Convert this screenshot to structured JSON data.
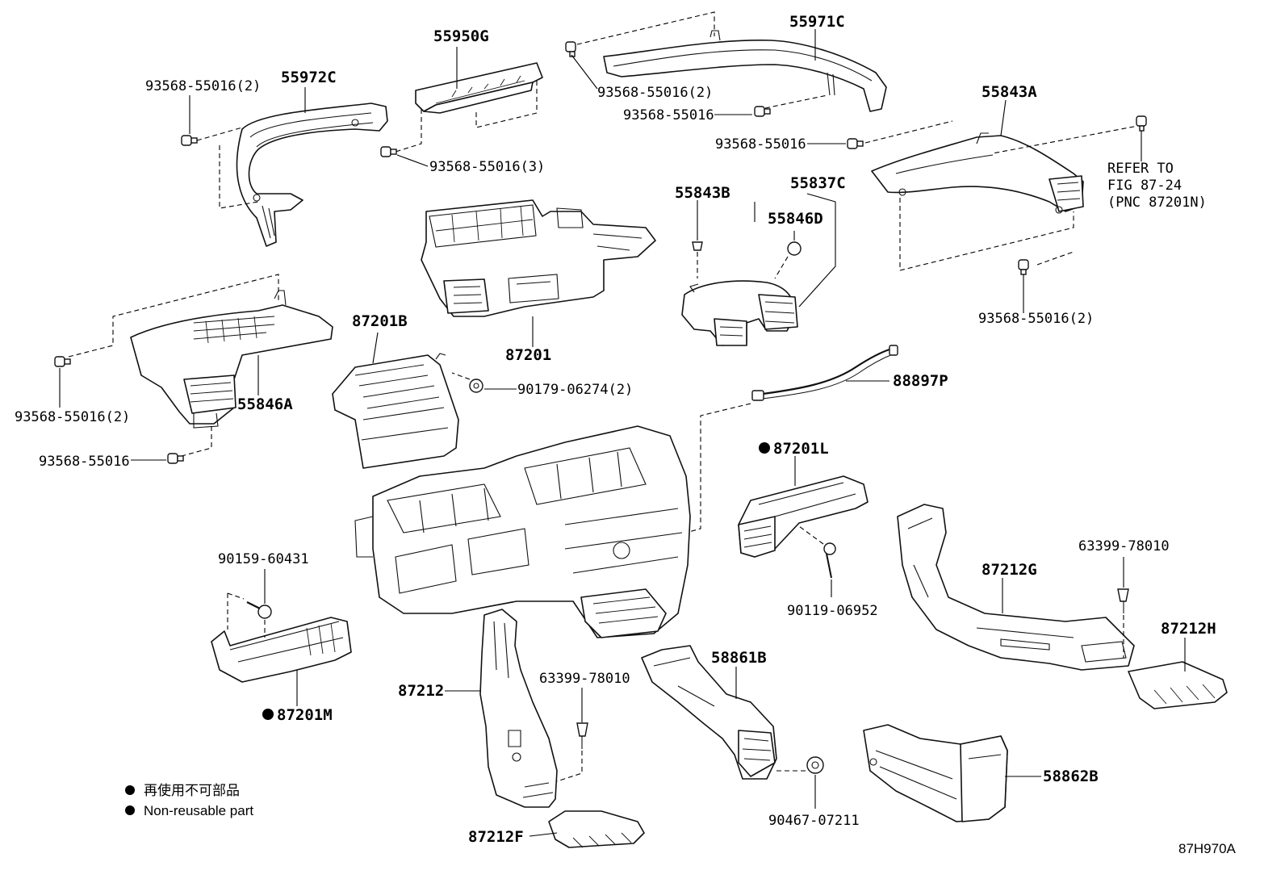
{
  "diagram_id": "87H970A",
  "part_labels": {
    "p55950G": "55950G",
    "p55971C": "55971C",
    "p55972C": "55972C",
    "p55843A": "55843A",
    "p55843B": "55843B",
    "p55837C": "55837C",
    "p55846D": "55846D",
    "p55846A": "55846A",
    "p87201B": "87201B",
    "p87201": "87201",
    "p88897P": "88897P",
    "p87201L": "87201L",
    "p87212G": "87212G",
    "p87212H": "87212H",
    "p87201M": "87201M",
    "p87212": "87212",
    "p87212F": "87212F",
    "p58861B": "58861B",
    "p58862B": "58862B"
  },
  "fastener_labels": {
    "f_93568_2_left": "93568-55016(2)",
    "f_93568_3": "93568-55016(3)",
    "f_93568_2_top": "93568-55016(2)",
    "f_93568_top": "93568-55016",
    "f_93568_right": "93568-55016",
    "f_93568_2_right": "93568-55016(2)",
    "f_93568_2_mid": "93568-55016(2)",
    "f_93568_mid": "93568-55016",
    "f_90179": "90179-06274(2)",
    "f_90159": "90159-60431",
    "f_90119": "90119-06952",
    "f_63399_right": "63399-78010",
    "f_63399_center": "63399-78010",
    "f_90467": "90467-07211"
  },
  "reference_note": {
    "line1": "REFER TO",
    "line2": "FIG 87-24",
    "line3": "(PNC 87201N)"
  },
  "legend": {
    "jp": "再使用不可部品",
    "en": "Non-reusable part"
  }
}
